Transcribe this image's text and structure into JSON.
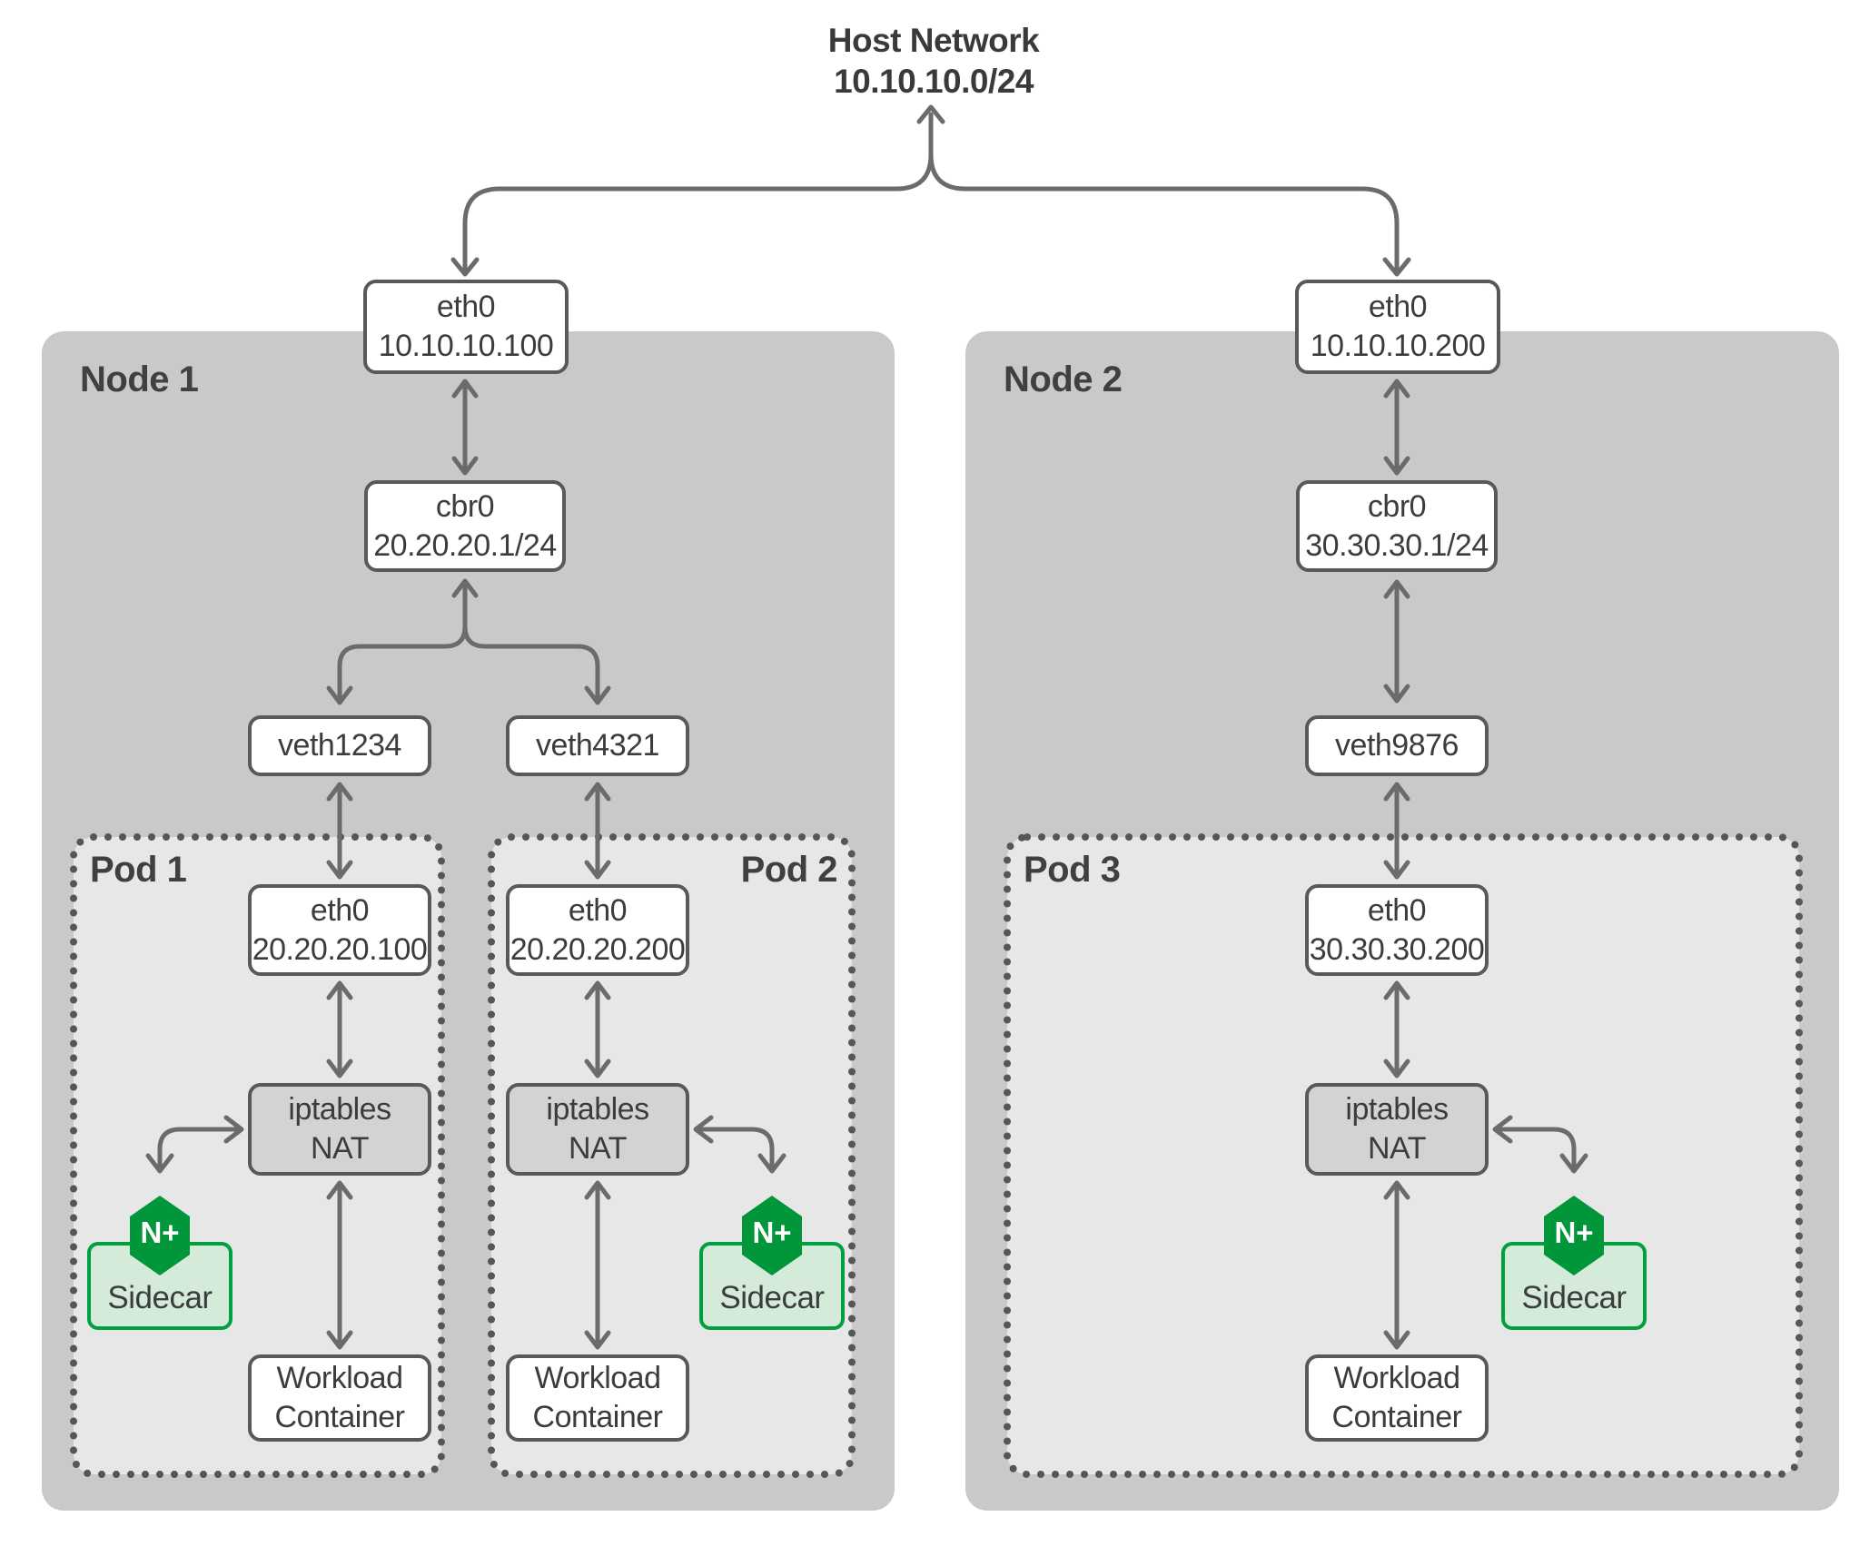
{
  "title": {
    "line1": "Host Network",
    "line2": "10.10.10.0/24"
  },
  "nodes": [
    {
      "label": "Node 1",
      "eth0": {
        "name": "eth0",
        "ip": "10.10.10.100"
      },
      "bridge": {
        "name": "cbr0",
        "ip": "20.20.20.1/24"
      },
      "veths": [
        {
          "label": "veth1234"
        },
        {
          "label": "veth4321"
        }
      ]
    },
    {
      "label": "Node 2",
      "eth0": {
        "name": "eth0",
        "ip": "10.10.10.200"
      },
      "bridge": {
        "name": "cbr0",
        "ip": "30.30.30.1/24"
      },
      "veths": [
        {
          "label": "veth9876"
        }
      ]
    }
  ],
  "pods": [
    {
      "label": "Pod 1",
      "eth0": {
        "name": "eth0",
        "ip": "20.20.20.100"
      },
      "nat": {
        "line1": "iptables",
        "line2": "NAT"
      },
      "sidecar": {
        "badge": "N+",
        "label": "Sidecar"
      },
      "workload": {
        "line1": "Workload",
        "line2": "Container"
      }
    },
    {
      "label": "Pod 2",
      "eth0": {
        "name": "eth0",
        "ip": "20.20.20.200"
      },
      "nat": {
        "line1": "iptables",
        "line2": "NAT"
      },
      "sidecar": {
        "badge": "N+",
        "label": "Sidecar"
      },
      "workload": {
        "line1": "Workload",
        "line2": "Container"
      }
    },
    {
      "label": "Pod 3",
      "eth0": {
        "name": "eth0",
        "ip": "30.30.30.200"
      },
      "nat": {
        "line1": "iptables",
        "line2": "NAT"
      },
      "sidecar": {
        "badge": "N+",
        "label": "Sidecar"
      },
      "workload": {
        "line1": "Workload",
        "line2": "Container"
      }
    }
  ],
  "colors": {
    "nginx_green": "#009639",
    "sidecar_border_green": "#00a03e",
    "sidecar_fill": "#d5ebda",
    "node_fill": "#c9c9ca",
    "pod_fill": "#e7e7e8",
    "box_border": "#58595b",
    "nat_fill": "#d2d3d4",
    "arrow": "#6a6b6d",
    "text": "#3b3c3e"
  }
}
